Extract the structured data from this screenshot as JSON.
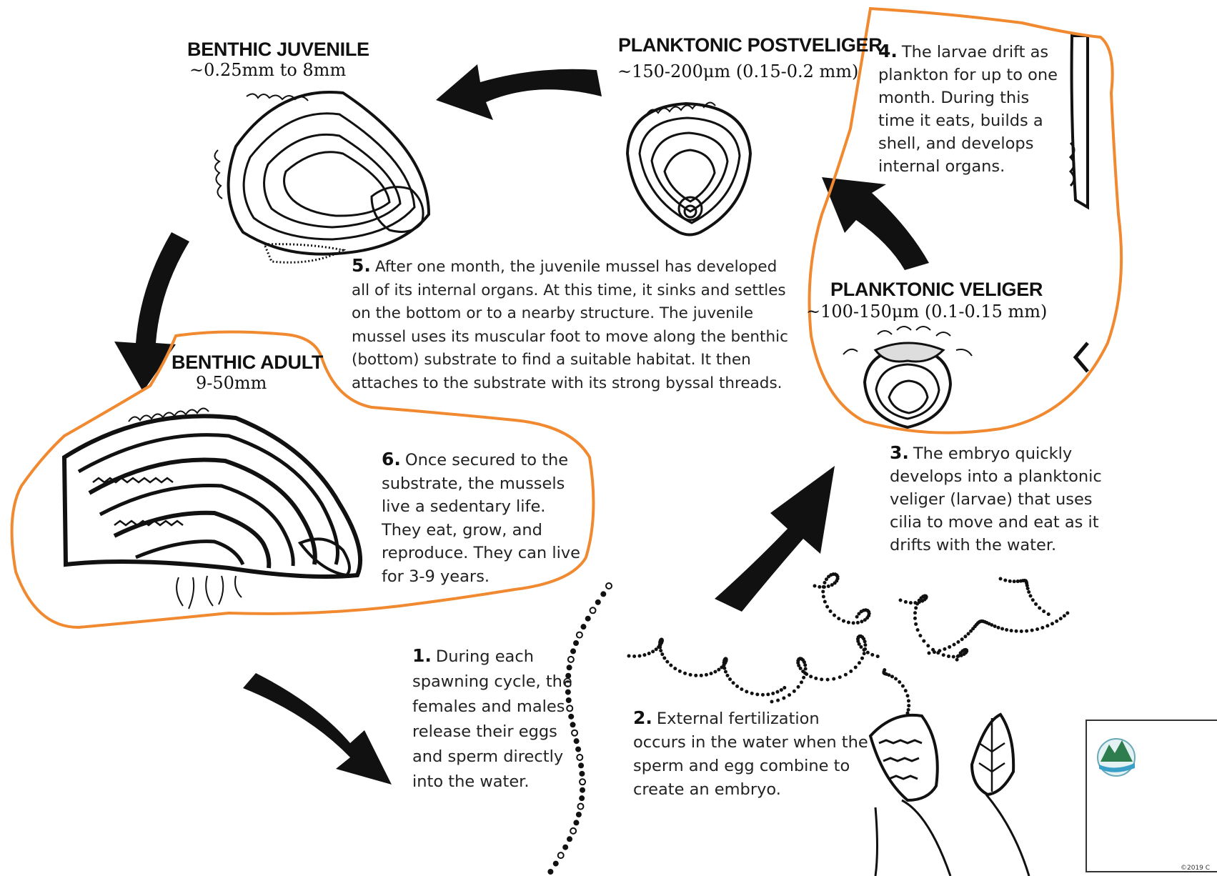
{
  "stages": {
    "benthic_juvenile": {
      "title": "BENTHIC JUVENILE",
      "size": "~0.25mm to 8mm"
    },
    "planktonic_postveliger": {
      "title": "PLANKTONIC POSTVELIGER",
      "size": "~150-200μm  (0.15-0.2 mm)"
    },
    "planktonic_veliger": {
      "title": "PLANKTONIC VELIGER",
      "size": "~100-150μm (0.1-0.15 mm)"
    },
    "benthic_adult": {
      "title": "BENTHIC ADULT",
      "size": "9-50mm"
    }
  },
  "steps": {
    "step1": {
      "number": "1.",
      "lines": [
        "During each",
        "spawning cycle, the",
        "females and males",
        "release their eggs",
        "and sperm directly",
        "into the water."
      ]
    },
    "step2": {
      "number": "2.",
      "lines": [
        "External fertilization",
        "occurs in the water when the",
        "sperm and egg combine to",
        "create an embryo."
      ]
    },
    "step3": {
      "number": "3.",
      "lines": [
        "The embryo quickly",
        "develops into a planktonic",
        "veliger (larvae) that uses",
        "cilia to move and eat as it",
        "drifts with the water."
      ]
    },
    "step4": {
      "number": "4.",
      "lines": [
        "The larvae drift as",
        "plankton for up to one",
        "month.  During this",
        "time it eats, builds a",
        "shell, and develops",
        "internal organs."
      ]
    },
    "step5": {
      "number": "5.",
      "lines": [
        "After one month, the juvenile mussel has developed",
        "all of its internal organs. At this time, it sinks and settles",
        "on the bottom or to a nearby structure.  The juvenile",
        "mussel uses its muscular foot to move along the benthic",
        "(bottom) substrate to find a suitable habitat. It then",
        "attaches to the substrate with its strong byssal threads."
      ]
    },
    "step6": {
      "number": "6.",
      "lines": [
        "Once secured to the",
        "substrate, the mussels",
        "live a sedentary life.",
        "They eat, grow, and",
        "reproduce. They can live",
        "for 3-9 years."
      ]
    }
  },
  "footer": {
    "copyright": "©2019 C"
  },
  "colors": {
    "annotation": "#f0892f",
    "ink": "#111111"
  }
}
